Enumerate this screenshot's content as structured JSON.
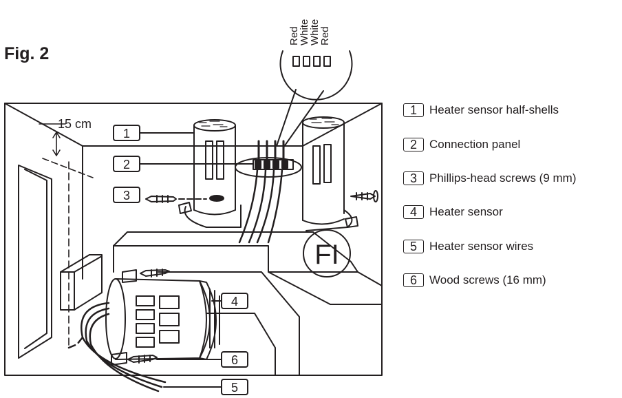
{
  "figure": {
    "title": "Fig. 2"
  },
  "wire_colors": [
    "Red",
    "White",
    "White",
    "Red"
  ],
  "dimension": {
    "label": "15 cm"
  },
  "callouts": [
    "1",
    "2",
    "3",
    "4",
    "5",
    "6"
  ],
  "badge": {
    "label": "FI"
  },
  "legend": [
    {
      "num": "1",
      "text": "Heater sensor half-shells"
    },
    {
      "num": "2",
      "text": "Connection panel"
    },
    {
      "num": "3",
      "text": "Phillips-head screws (9 mm)"
    },
    {
      "num": "4",
      "text": "Heater sensor"
    },
    {
      "num": "5",
      "text": "Heater sensor wires"
    },
    {
      "num": "6",
      "text": "Wood screws (16 mm)"
    }
  ]
}
